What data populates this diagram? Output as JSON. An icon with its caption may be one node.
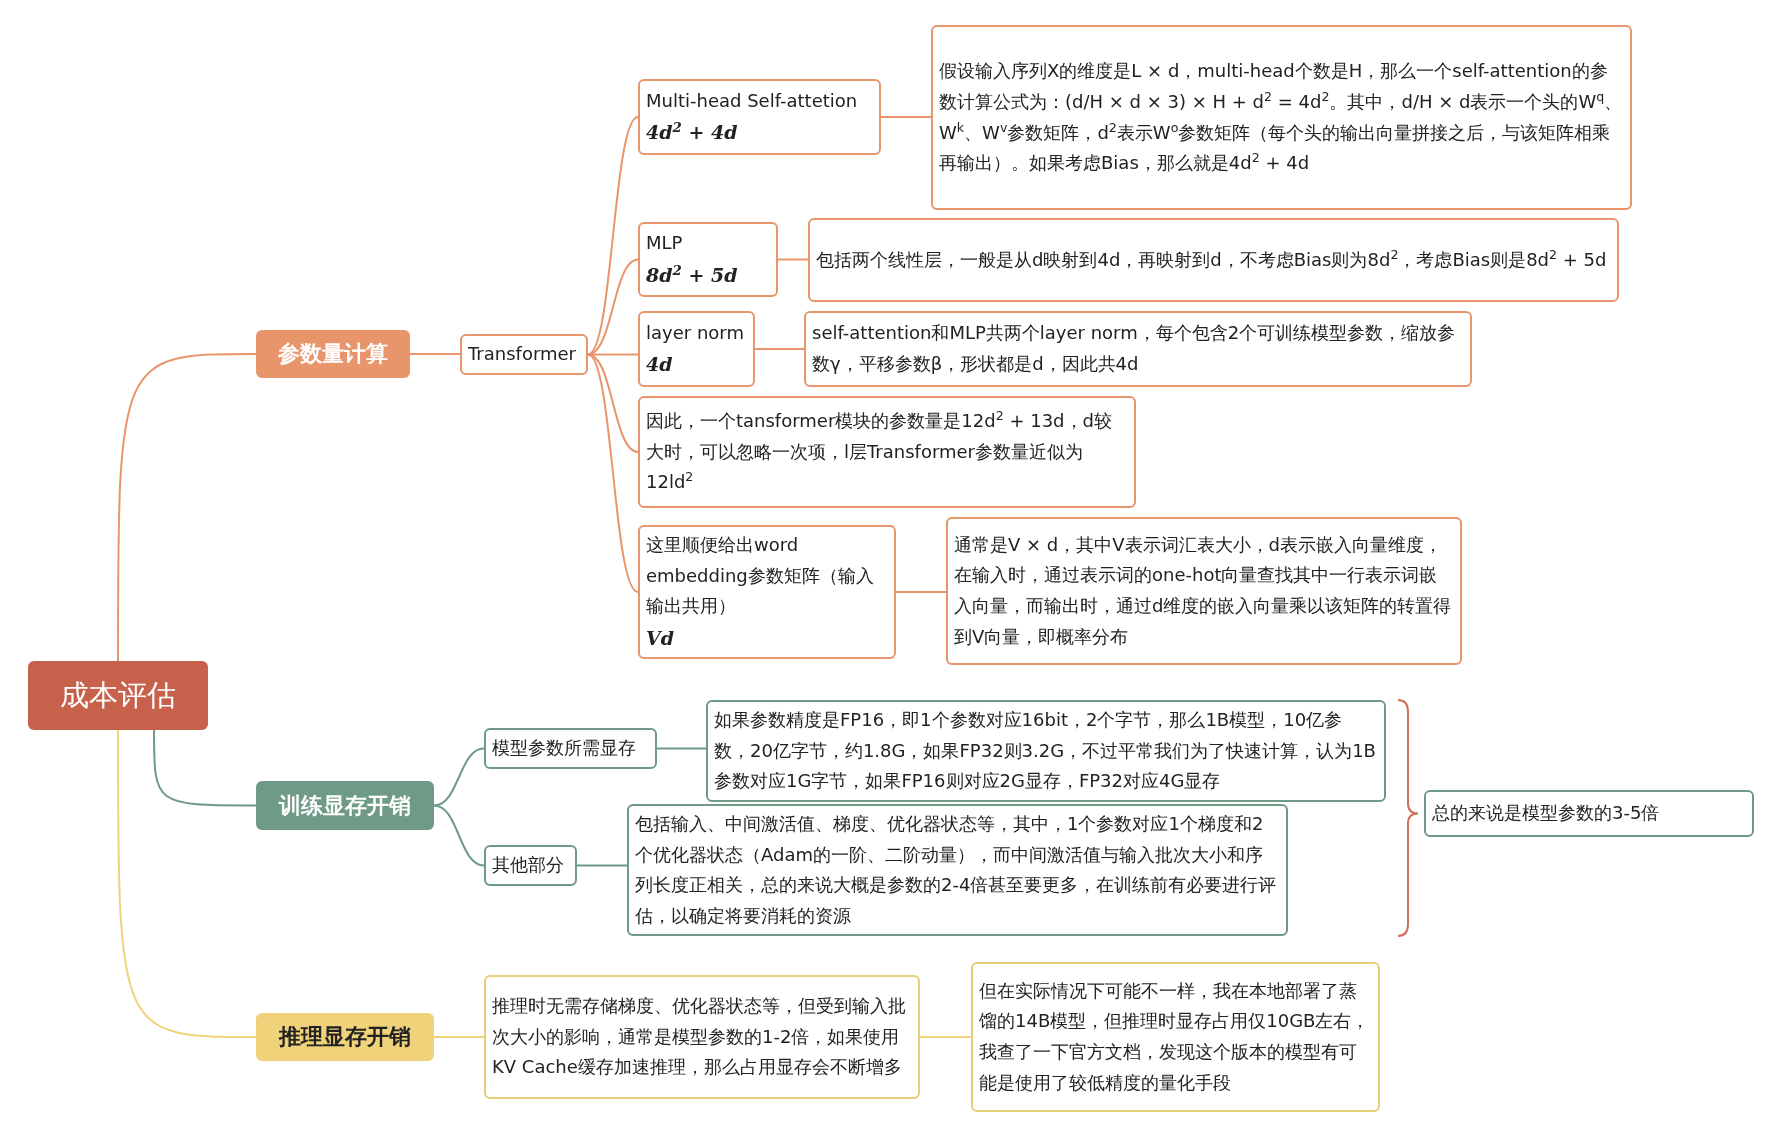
{
  "diagram": {
    "nodes": [
      {
        "text": [
          "成本评估"
        ]
      },
      {
        "text": [
          "参数量计算"
        ]
      },
      {
        "text": [
          "Transformer"
        ]
      },
      {
        "text": [
          "Multi-head Self-attetion",
          "4d$^{2}$ + 4d"
        ]
      },
      {
        "text": [
          "假设输入序列X的维度是L × d，multi-head个数是H，那么一个self-attention的参数计算公式为：(d/H × d × 3) × H + d$^{2}$ = 4d$^{2}$。其中，d/H × d表示一个头的W$^{q}$、W$^{k}$、W$^{v}$参数矩阵，d$^{2}$表示W$^{o}$参数矩阵（每个头的输出向量拼接之后，与该矩阵相乘再输出）。如果考虑Bias，那么就是4d$^{2}$ + 4d"
        ]
      },
      {
        "text": [
          "MLP",
          "8d$^{2}$ + 5d"
        ]
      },
      {
        "text": [
          "包括两个线性层，一般是从d映射到4d，再映射到d，不考虑Bias则为8d$^{2}$，考虑Bias则是8d$^{2}$ + 5d"
        ]
      },
      {
        "text": [
          "layer norm",
          "4d"
        ]
      },
      {
        "text": [
          "self-attention和MLP共两个layer norm，每个包含2个可训练模型参数，缩放参数γ，平移参数β，形状都是d，因此共4d"
        ]
      },
      {
        "text": [
          "因此，一个tansformer模块的参数量是12d$^{2}$ + 13d，d较大时，可以忽略一次项，l层Transformer参数量近似为12ld$^{2}$"
        ]
      },
      {
        "text": [
          "这里顺便给出word embedding参数矩阵（输入输出共用）",
          "Vd"
        ]
      },
      {
        "text": [
          "通常是V × d，其中V表示词汇表大小，d表示嵌入向量维度，在输入时，通过表示词的one-hot向量查找其中一行表示词嵌入向量，而输出时，通过d维度的嵌入向量乘以该矩阵的转置得到V向量，即概率分布"
        ]
      },
      {
        "text": [
          "训练显存开销"
        ]
      },
      {
        "text": [
          "模型参数所需显存"
        ]
      },
      {
        "text": [
          "如果参数精度是FP16，即1个参数对应16bit，2个字节，那么1B模型，10亿参数，20亿字节，约1.8G，如果FP32则3.2G，不过平常我们为了快速计算，认为1B参数对应1G字节，如果FP16则对应2G显存，FP32对应4G显存"
        ]
      },
      {
        "text": [
          "其他部分"
        ]
      },
      {
        "text": [
          "包括输入、中间激活值、梯度、优化器状态等，其中，1个参数对应1个梯度和2个优化器状态（Adam的一阶、二阶动量），而中间激活值与输入批次大小和序列长度正相关，总的来说大概是参数的2-4倍甚至要更多，在训练前有必要进行评估，以确定将要消耗的资源"
        ]
      },
      {
        "text": [
          "总的来说是模型参数的3-5倍"
        ]
      },
      {
        "text": [
          "推理显存开销"
        ]
      },
      {
        "text": [
          "推理时无需存储梯度、优化器状态等，但受到输入批次大小的影响，通常是模型参数的1-2倍，如果使用KV Cache缓存加速推理，那么占用显存会不断增多"
        ]
      },
      {
        "text": [
          "但在实际情况下可能不一样，我在本地部署了蒸馏的14B模型，但推理时显存占用仅10GB左右，我查了一下官方文档，发现这个版本的模型有可能是使用了较低精度的量化手段"
        ]
      }
    ],
    "edges": [
      {
        "from": 0,
        "to": 1,
        "arrow": "none"
      },
      {
        "from": 0,
        "to": 12,
        "arrow": "none",
        "color": "#6e9a86"
      },
      {
        "from": 0,
        "to": 18,
        "arrow": "none",
        "color": "#f0d27a"
      },
      {
        "from": 1,
        "to": 2,
        "arrow": "none"
      },
      {
        "from": 2,
        "to": 3,
        "arrow": "none"
      },
      {
        "from": 2,
        "to": 5,
        "arrow": "none"
      },
      {
        "from": 2,
        "to": 7,
        "arrow": "none"
      },
      {
        "from": 2,
        "to": 9,
        "arrow": "none"
      },
      {
        "from": 2,
        "to": 10,
        "arrow": "none"
      },
      {
        "from": 3,
        "to": 4,
        "arrow": "none"
      },
      {
        "from": 5,
        "to": 6,
        "arrow": "none"
      },
      {
        "from": 7,
        "to": 8,
        "arrow": "none"
      },
      {
        "from": 10,
        "to": 11,
        "arrow": "none"
      },
      {
        "from": 12,
        "to": 13,
        "arrow": "none",
        "color": "#6e9a86"
      },
      {
        "from": 12,
        "to": 15,
        "arrow": "none",
        "color": "#6e9a86"
      },
      {
        "from": 13,
        "to": 14,
        "arrow": "none",
        "color": "#6e9a86"
      },
      {
        "from": 15,
        "to": 16,
        "arrow": "none",
        "color": "#6e9a86"
      },
      {
        "from": 18,
        "to": 19,
        "arrow": "none",
        "color": "#f0d27a"
      },
      {
        "from": 19,
        "to": 20,
        "arrow": "none",
        "color": "#f0d27a"
      }
    ]
  }
}
